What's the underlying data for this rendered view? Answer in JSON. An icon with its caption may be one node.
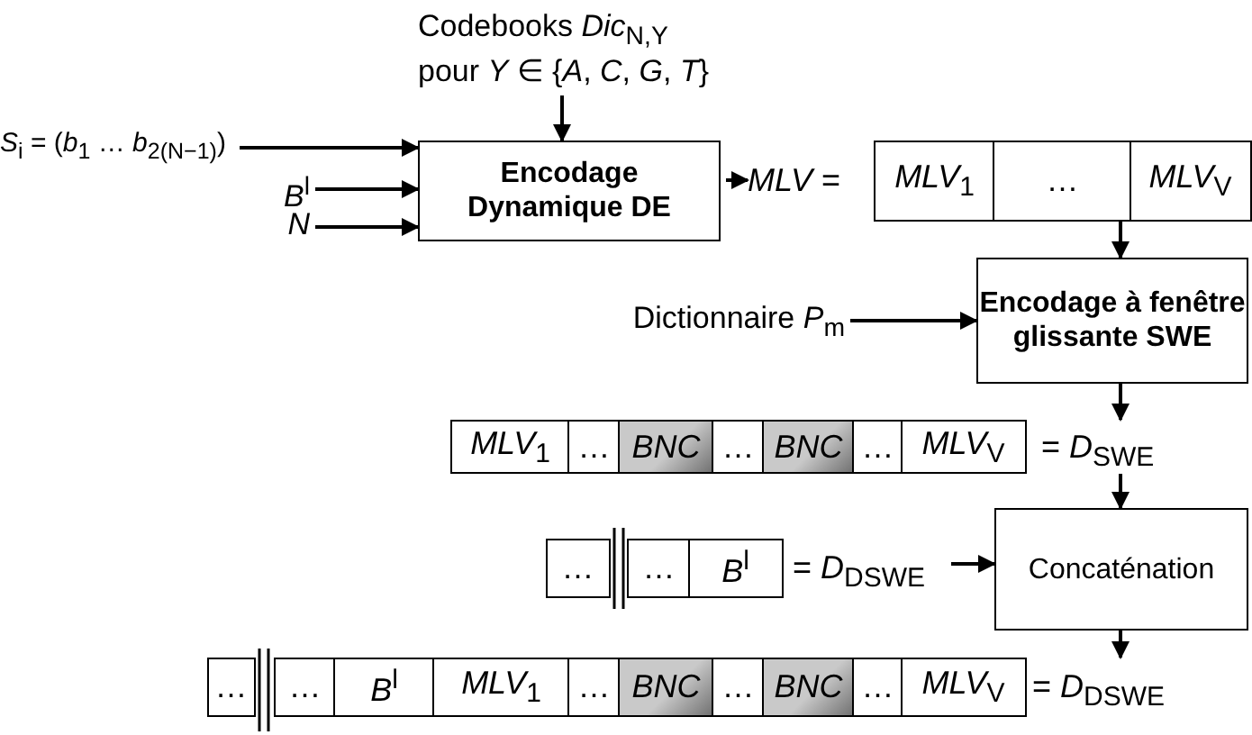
{
  "diagram": {
    "nodes": [
      {
        "text": [
          "*S*$_{i}$ = (*b*$_{1}$ … *b*$_{2(N−1)}$)"
        ]
      },
      {
        "text": [
          "*B*$^{l}$"
        ]
      },
      {
        "text": [
          "*N*"
        ]
      },
      {
        "text": [
          "Codebooks *Dic*$_{N,Y}$ pour *Y* ∈ {*A*, *C*, *G*, *T*}"
        ]
      },
      {
        "text": [
          "Encodage Dynamique DE"
        ]
      },
      {
        "text": [],
        "shape": "box",
        "beside": [
          "*MLV* ="
        ]
      },
      {
        "text": [
          "*MLV*$_{1}$"
        ],
        "in": 5
      },
      {
        "text": [
          "…"
        ],
        "in": 5
      },
      {
        "text": [
          "*MLV*$_{V}$"
        ],
        "in": 5
      },
      {
        "text": [
          "Dictionnaire *P*$_{m}$"
        ]
      },
      {
        "text": [
          "Encodage à fenêtre glissante SWE"
        ]
      },
      {
        "text": [],
        "shape": "box",
        "beside": [
          "= *D*$_{SWE}$"
        ]
      },
      {
        "text": [
          "*MLV*$_{1}$"
        ],
        "in": 11
      },
      {
        "text": [
          "…"
        ],
        "in": 11
      },
      {
        "text": [
          "*BNC*"
        ],
        "in": 11
      },
      {
        "text": [
          "…"
        ],
        "in": 11
      },
      {
        "text": [
          "*BNC*"
        ],
        "in": 11
      },
      {
        "text": [
          "…"
        ],
        "in": 11
      },
      {
        "text": [
          "*MLV*$_{V}$"
        ],
        "in": 11
      },
      {
        "text": [],
        "shape": "box",
        "beside": [
          "= *D*$_{DSWE}$"
        ]
      },
      {
        "text": [
          "…"
        ],
        "in": 19
      },
      {
        "text": [
          "…"
        ],
        "in": 19
      },
      {
        "text": [
          "*B*$^{l}$"
        ],
        "in": 19
      },
      {
        "text": [
          "Concaténation"
        ]
      },
      {
        "text": [],
        "shape": "box",
        "beside": [
          "= *D*$_{DSWE}$"
        ]
      },
      {
        "text": [
          "…"
        ],
        "in": 24
      },
      {
        "text": [
          "…"
        ],
        "in": 24
      },
      {
        "text": [
          "*B*$^{l}$"
        ],
        "in": 24
      },
      {
        "text": [
          "*MLV*$_{1}$"
        ],
        "in": 24
      },
      {
        "text": [
          "…"
        ],
        "in": 24
      },
      {
        "text": [
          "*BNC*"
        ],
        "in": 24
      },
      {
        "text": [
          "…"
        ],
        "in": 24
      },
      {
        "text": [
          "*BNC*"
        ],
        "in": 24
      },
      {
        "text": [
          "…"
        ],
        "in": 24
      },
      {
        "text": [
          "*MLV*$_{V}$"
        ],
        "in": 24
      }
    ],
    "edges": [
      {
        "from": 0,
        "to": 4,
        "arrow": "to"
      },
      {
        "from": 1,
        "to": 4,
        "arrow": "to"
      },
      {
        "from": 2,
        "to": 4,
        "arrow": "to"
      },
      {
        "from": 3,
        "to": 4,
        "arrow": "to"
      },
      {
        "from": 4,
        "to": 5,
        "arrow": "to"
      },
      {
        "from": 8,
        "to": 10,
        "arrow": "to"
      },
      {
        "from": 9,
        "to": 10,
        "arrow": "to"
      },
      {
        "from": 10,
        "to": 11,
        "arrow": "to"
      },
      {
        "from": 11,
        "to": 23,
        "arrow": "to"
      },
      {
        "from": 19,
        "to": 23,
        "arrow": "to"
      },
      {
        "from": 23,
        "to": 24,
        "arrow": "to"
      }
    ]
  }
}
